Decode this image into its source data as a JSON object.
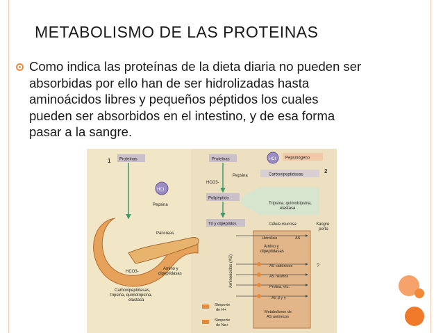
{
  "slide": {
    "title": "METABOLISMO DE LAS PROTEINAS",
    "bullet_lines": [
      "Como indica las proteínas de la dieta diaria no pueden ser",
      "absorbidas por ello han de ser hidrolizadas hasta",
      "aminoácidos libres y pequeños péptidos los cuales",
      "pueden ser absorbidos en el intestino, y de esa forma",
      "pasar a la sangre."
    ]
  },
  "figure": {
    "panel1": {
      "number": "1",
      "proteinas": "Proteínas",
      "hcl": "HCl",
      "pepsina": "Pepsina",
      "pancreas": "Páncreas",
      "hco3": "HCO3-",
      "amino_dipeptidasas": [
        "Amino y",
        "dipeptidasas"
      ],
      "carboxi": [
        "Carboxipeptidasas,",
        "tripsina, quimotripsina,",
        "elastasa"
      ]
    },
    "panel2": {
      "number": "2",
      "proteinas": "Proteínas",
      "hcl": "HCl",
      "pepsinogeno": "Pepsinógeno",
      "pepsina": "Pepsina",
      "hco3": "HCO3-",
      "polipeptido": "Polipéptido",
      "carboxipeptidasas": "Carboxipeptidasas",
      "tripsina": [
        "Tripsina, quimotripsina,",
        "elastasa"
      ],
      "tri_dipeptidos": "Tri y dipéptidos",
      "celula_mucosa": "Célula mucosa",
      "sangre_porta": [
        "Sangre",
        "porta"
      ],
      "hidrolisis": "Hidrólisis",
      "as": "AS",
      "amino_dipeptidasas": [
        "Amino y",
        "dipeptidasas"
      ],
      "aminoacidos": "Aminoácidos (AS)",
      "as_cationicos": "AS catiónicos",
      "as_neutros": "AS neutros",
      "prolina": "Prolina, etc.",
      "as_beta": "AS β y γ",
      "metabolismo": [
        "Metabolismo de",
        "AS aniónicos"
      ],
      "simporte_h": [
        "Simporte",
        "de H+"
      ],
      "simporte_na": [
        "Simporte",
        "de Na+"
      ],
      "question_mark": "?"
    }
  },
  "colors": {
    "accent_orange": "#f08a3a",
    "border_peach": "#f0c9ad",
    "figure_bg": "#f1e6c6",
    "label_box": "#c9c0c9",
    "arrow_green": "#3d9a6b"
  }
}
